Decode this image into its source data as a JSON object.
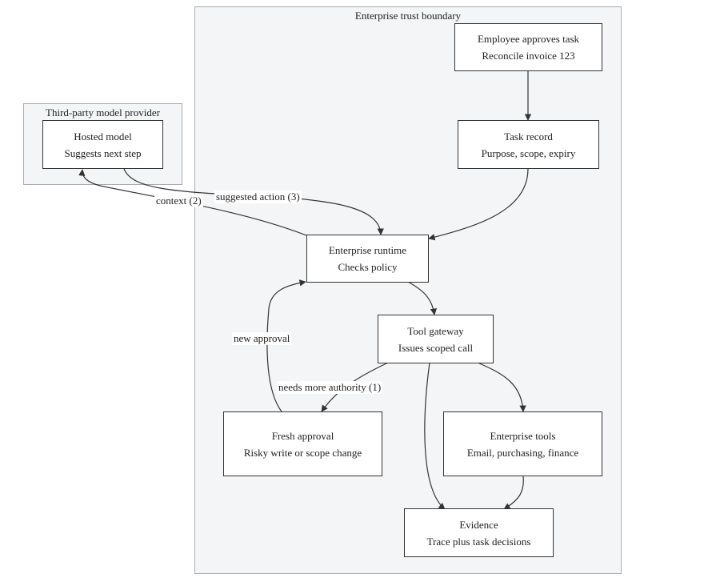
{
  "clusters": {
    "enterprise": {
      "label": "Enterprise trust boundary"
    },
    "provider": {
      "label": "Third-party model provider"
    }
  },
  "nodes": {
    "employee": {
      "line1": "Employee approves task",
      "line2": "Reconcile invoice 123"
    },
    "task_record": {
      "line1": "Task record",
      "line2": "Purpose, scope, expiry"
    },
    "hosted_model": {
      "line1": "Hosted model",
      "line2": "Suggests next step"
    },
    "runtime": {
      "line1": "Enterprise runtime",
      "line2": "Checks policy"
    },
    "gateway": {
      "line1": "Tool gateway",
      "line2": "Issues scoped call"
    },
    "fresh_approval": {
      "line1": "Fresh approval",
      "line2": "Risky write or scope change"
    },
    "tools": {
      "line1": "Enterprise tools",
      "line2": "Email, purchasing, finance"
    },
    "evidence": {
      "line1": "Evidence",
      "line2": "Trace plus task decisions"
    }
  },
  "edge_labels": {
    "context": "context (2)",
    "suggested": "suggested action (3)",
    "new_approval": "new approval",
    "needs_authority": "needs more authority (1)"
  },
  "colors": {
    "cluster_fill": "#f4f5f7",
    "cluster_border": "#a9abb0",
    "node_border": "#333333",
    "edge": "#333333"
  }
}
